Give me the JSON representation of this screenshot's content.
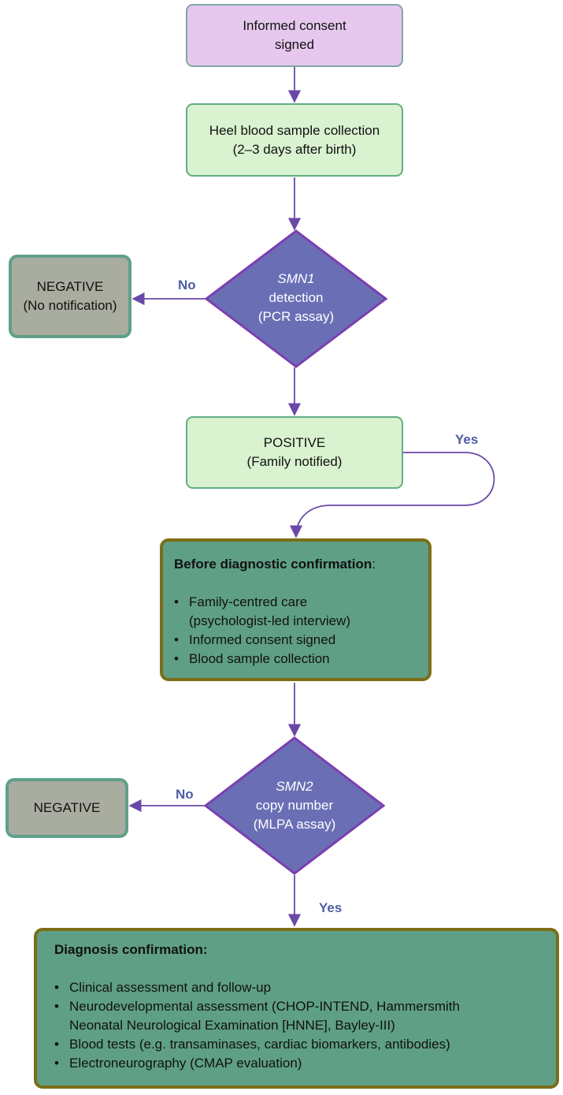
{
  "nodes": {
    "consent": {
      "line1": "Informed consent",
      "line2": "signed"
    },
    "heel": {
      "line1": "Heel blood sample collection",
      "line2": "(2–3 days after birth)"
    },
    "smn1": {
      "gene": "SMN1",
      "line2": "detection",
      "line3": "(PCR assay)"
    },
    "negative1": {
      "line1": "NEGATIVE",
      "line2": "(No notification)"
    },
    "positive": {
      "line1": "POSITIVE",
      "line2": "(Family notified)"
    },
    "before": {
      "title": "Before diagnostic confirmation",
      "title_suffix": ":",
      "items": [
        "Family-centred care",
        "(psychologist-led interview)",
        "Informed consent signed",
        "Blood sample collection"
      ]
    },
    "smn2": {
      "gene": "SMN2",
      "line2": "copy number",
      "line3": "(MLPA assay)"
    },
    "negative2": {
      "line1": "NEGATIVE"
    },
    "diagnosis": {
      "title": "Diagnosis confirmation:",
      "items": [
        "Clinical assessment and follow-up",
        "Neurodevelopmental assessment (CHOP-INTEND, Hammersmith",
        "Neonatal Neurological Examination [HNNE], Bayley-III)",
        "Blood tests (e.g. transaminases, cardiac biomarkers, antibodies)",
        "Electroneurography (CMAP evaluation)"
      ]
    }
  },
  "edge_labels": {
    "no1": "No",
    "yes1": "Yes",
    "no2": "No",
    "yes2": "Yes"
  },
  "colors": {
    "arrow": "#6a48a8",
    "diamond_fill": "#6a6fb5",
    "diamond_stroke": "#7b3fb0",
    "teal_fill": "#5f9f86",
    "olive_border": "#7c6e16",
    "label_blue": "#4d5ea4"
  }
}
